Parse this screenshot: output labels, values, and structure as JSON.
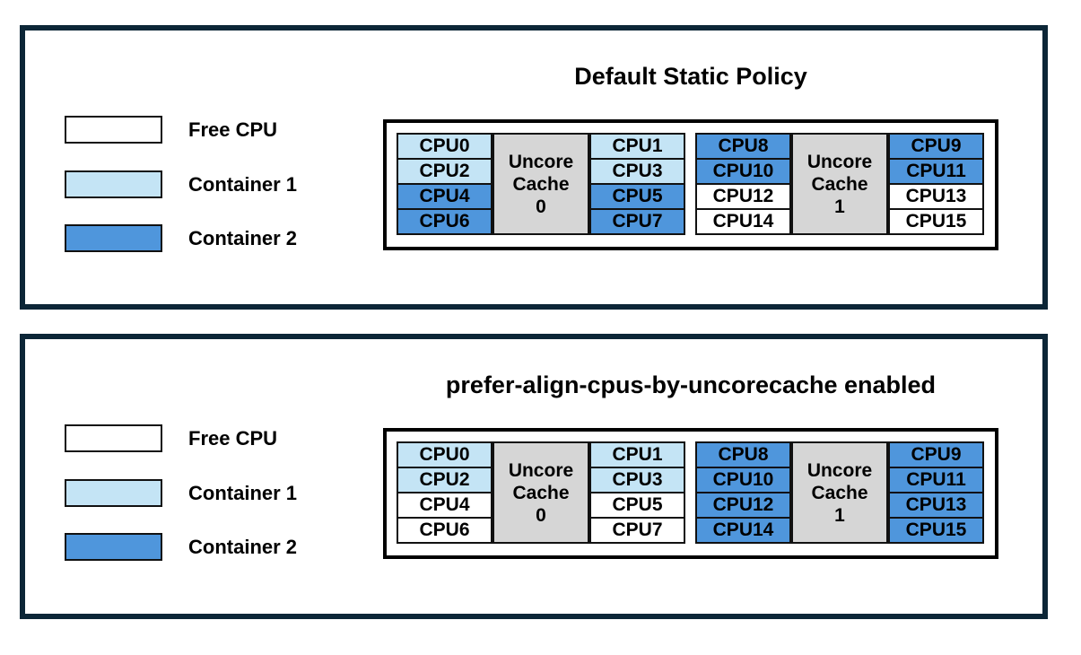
{
  "colors": {
    "panel_border": "#0c2637",
    "cell_border": "#111111",
    "free": "#ffffff",
    "container1": "#c4e4f5",
    "container2": "#4f96dc",
    "cache_bg": "#d6d6d6",
    "text": "#000000"
  },
  "legend": {
    "items": [
      {
        "label": "Free CPU",
        "state": "free"
      },
      {
        "label": "Container 1",
        "state": "container1"
      },
      {
        "label": "Container 2",
        "state": "container2"
      }
    ]
  },
  "panels": [
    {
      "title": "Default Static Policy",
      "groups": [
        {
          "cache_label_lines": [
            "Uncore",
            "Cache",
            "0"
          ],
          "left_cpus": [
            {
              "label": "CPU0",
              "state": "container1"
            },
            {
              "label": "CPU2",
              "state": "container1"
            },
            {
              "label": "CPU4",
              "state": "container2"
            },
            {
              "label": "CPU6",
              "state": "container2"
            }
          ],
          "right_cpus": [
            {
              "label": "CPU1",
              "state": "container1"
            },
            {
              "label": "CPU3",
              "state": "container1"
            },
            {
              "label": "CPU5",
              "state": "container2"
            },
            {
              "label": "CPU7",
              "state": "container2"
            }
          ]
        },
        {
          "cache_label_lines": [
            "Uncore",
            "Cache",
            "1"
          ],
          "left_cpus": [
            {
              "label": "CPU8",
              "state": "container2"
            },
            {
              "label": "CPU10",
              "state": "container2"
            },
            {
              "label": "CPU12",
              "state": "free"
            },
            {
              "label": "CPU14",
              "state": "free"
            }
          ],
          "right_cpus": [
            {
              "label": "CPU9",
              "state": "container2"
            },
            {
              "label": "CPU11",
              "state": "container2"
            },
            {
              "label": "CPU13",
              "state": "free"
            },
            {
              "label": "CPU15",
              "state": "free"
            }
          ]
        }
      ]
    },
    {
      "title": "prefer-align-cpus-by-uncorecache enabled",
      "groups": [
        {
          "cache_label_lines": [
            "Uncore",
            "Cache",
            "0"
          ],
          "left_cpus": [
            {
              "label": "CPU0",
              "state": "container1"
            },
            {
              "label": "CPU2",
              "state": "container1"
            },
            {
              "label": "CPU4",
              "state": "free"
            },
            {
              "label": "CPU6",
              "state": "free"
            }
          ],
          "right_cpus": [
            {
              "label": "CPU1",
              "state": "container1"
            },
            {
              "label": "CPU3",
              "state": "container1"
            },
            {
              "label": "CPU5",
              "state": "free"
            },
            {
              "label": "CPU7",
              "state": "free"
            }
          ]
        },
        {
          "cache_label_lines": [
            "Uncore",
            "Cache",
            "1"
          ],
          "left_cpus": [
            {
              "label": "CPU8",
              "state": "container2"
            },
            {
              "label": "CPU10",
              "state": "container2"
            },
            {
              "label": "CPU12",
              "state": "container2"
            },
            {
              "label": "CPU14",
              "state": "container2"
            }
          ],
          "right_cpus": [
            {
              "label": "CPU9",
              "state": "container2"
            },
            {
              "label": "CPU11",
              "state": "container2"
            },
            {
              "label": "CPU13",
              "state": "container2"
            },
            {
              "label": "CPU15",
              "state": "container2"
            }
          ]
        }
      ]
    }
  ]
}
